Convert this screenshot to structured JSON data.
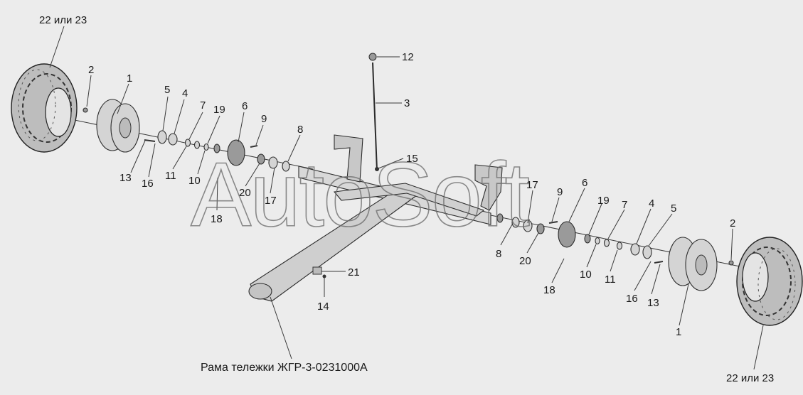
{
  "diagram": {
    "caption": "Рама тележки ЖГР-3-0231000А",
    "watermark": "AutoSoft",
    "callouts_left": {
      "c22": "22 или 23",
      "c2": "2",
      "c1": "1",
      "c5": "5",
      "c4": "4",
      "c7": "7",
      "c19": "19",
      "c6": "6",
      "c9": "9",
      "c8": "8",
      "c13": "13",
      "c16": "16",
      "c11": "11",
      "c10": "10",
      "c20": "20",
      "c17": "17",
      "c18": "18"
    },
    "callouts_center": {
      "c12": "12",
      "c3": "3",
      "c15": "15",
      "c21": "21",
      "c14": "14"
    },
    "callouts_right": {
      "c17": "17",
      "c9": "9",
      "c6": "6",
      "c19": "19",
      "c7": "7",
      "c4": "4",
      "c5": "5",
      "c2": "2",
      "c8": "8",
      "c20": "20",
      "c10": "10",
      "c11": "11",
      "c18": "18",
      "c16": "16",
      "c13": "13",
      "c1": "1",
      "c22": "22 или 23"
    }
  }
}
